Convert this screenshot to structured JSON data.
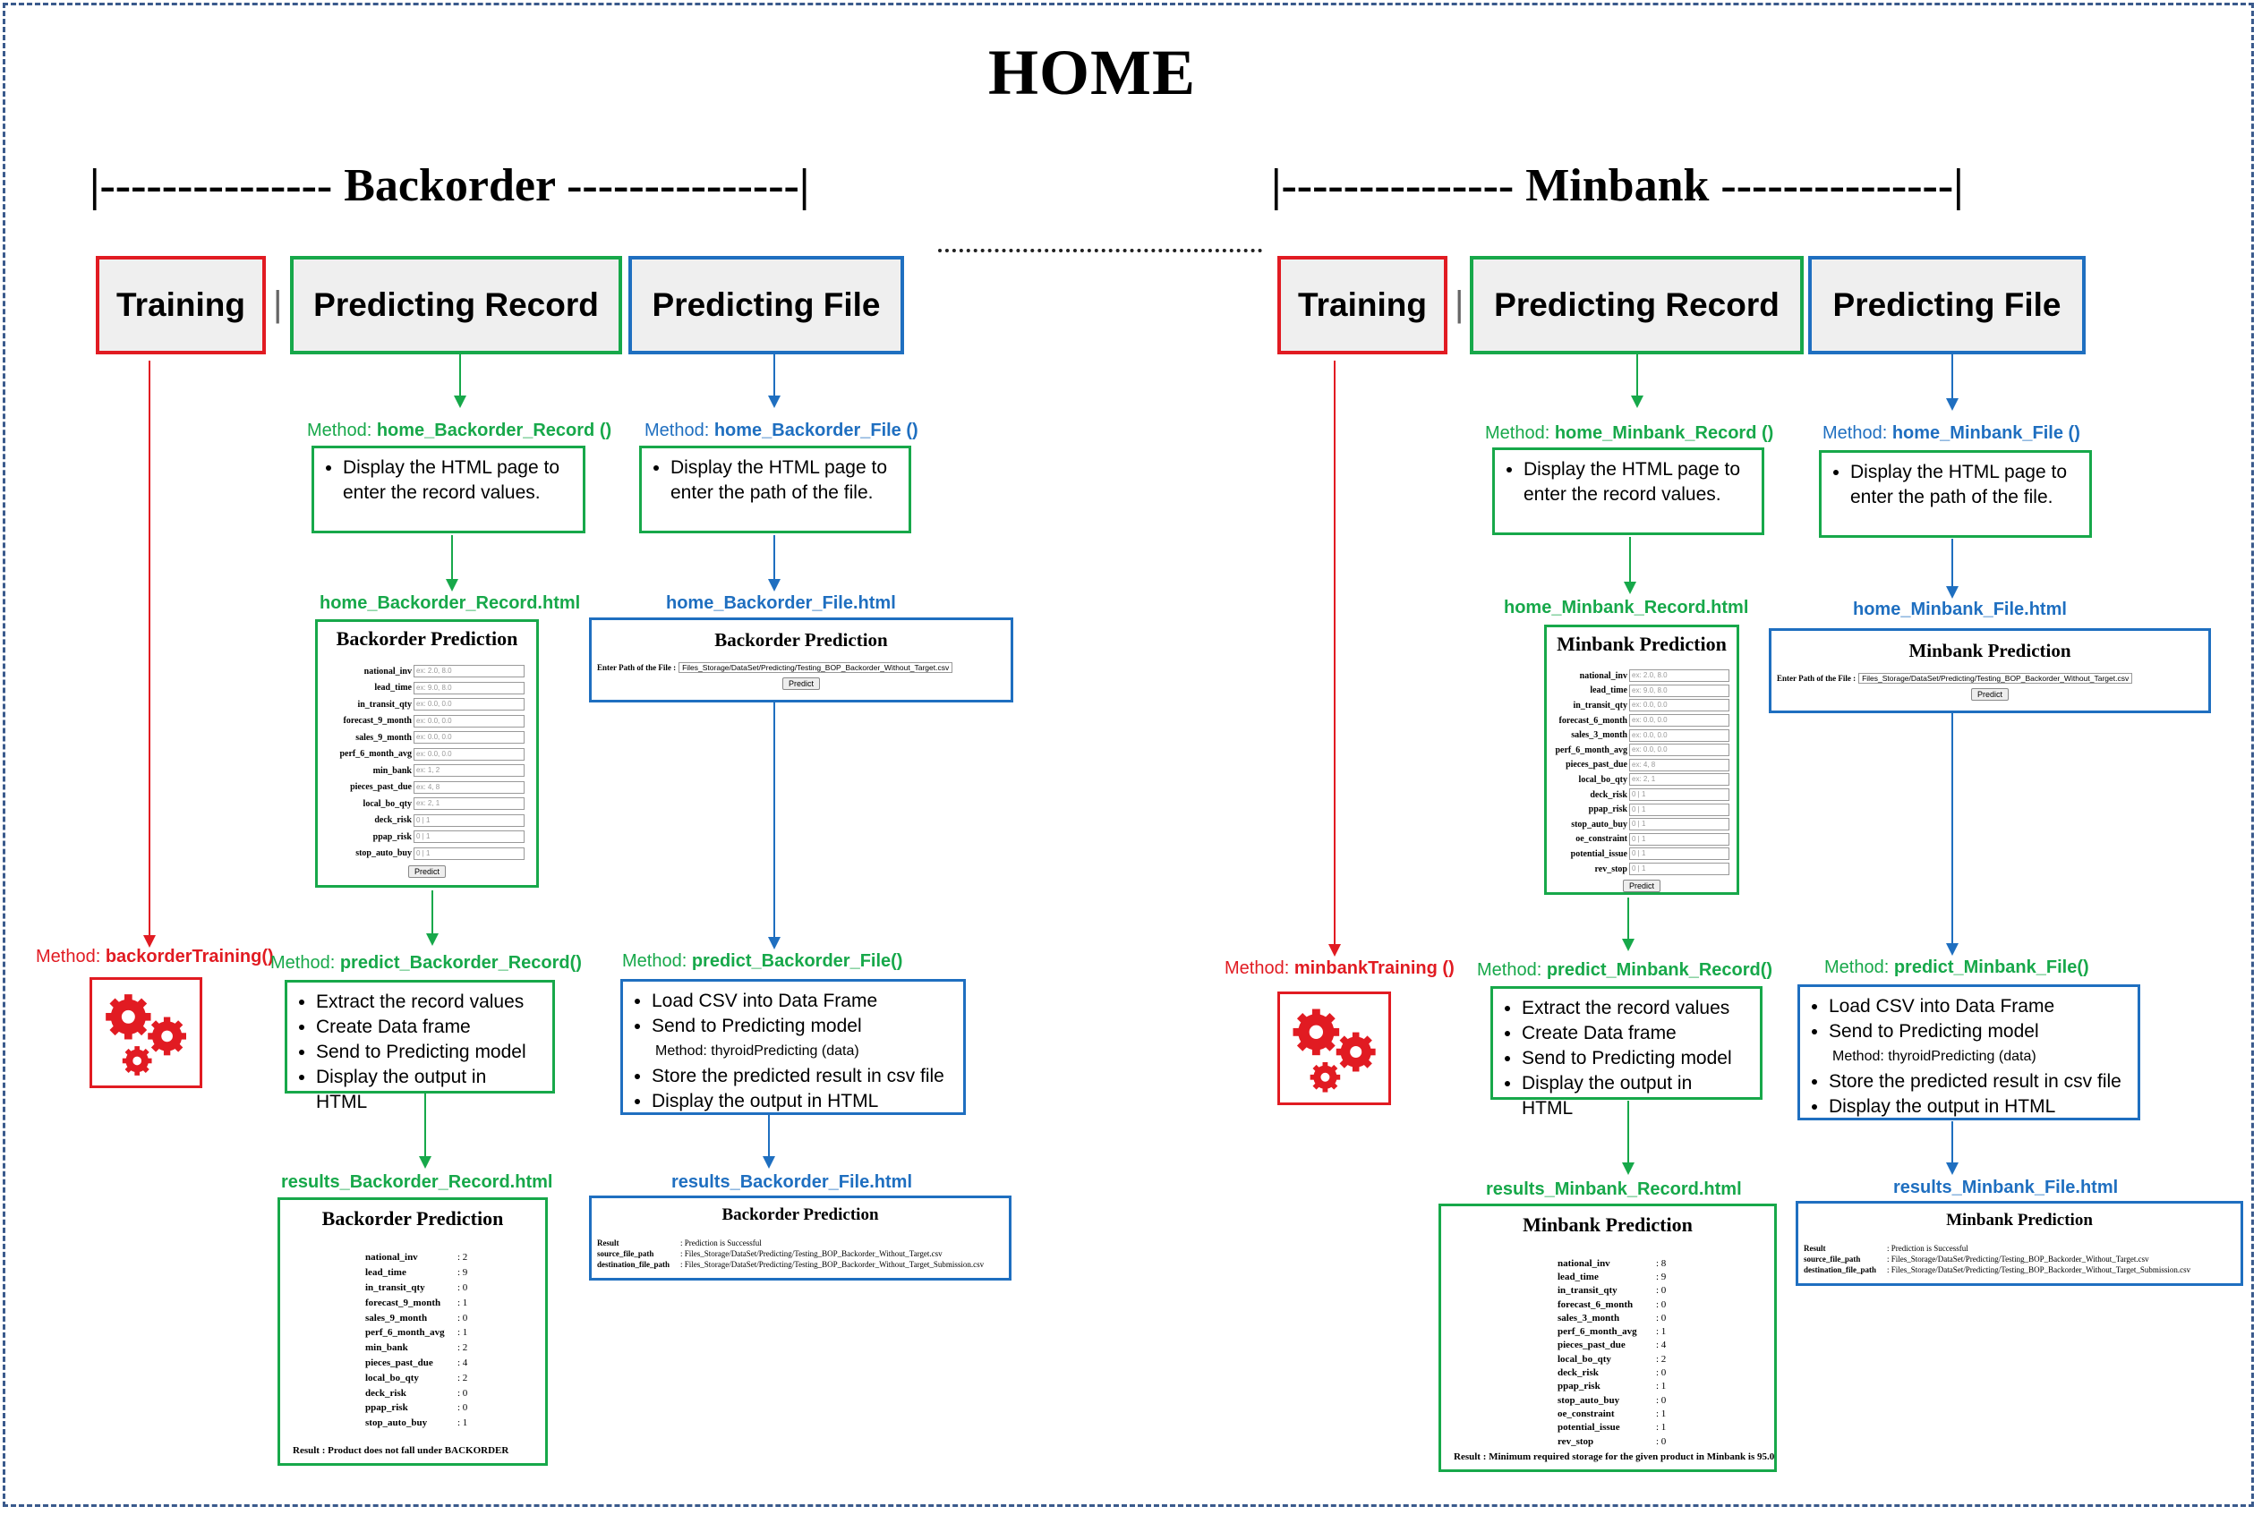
{
  "title": "HOME",
  "backorder": {
    "section_label": "|--------------- Backorder ---------------|",
    "nav": {
      "training": "Training",
      "sep": "|",
      "record": "Predicting Record",
      "file": "Predicting File"
    },
    "training_method_prefix": "Method: ",
    "training_method": "backorderTraining()",
    "record_method_prefix": "Method: ",
    "record_method": "home_Backorder_Record ()",
    "record_note": [
      "Display the HTML page to enter the record values."
    ],
    "record_html": "home_Backorder_Record.html",
    "record_page": {
      "title": "Backorder Prediction",
      "fields": [
        {
          "label": "national_inv",
          "placeholder": "ex: 2.0, 8.0"
        },
        {
          "label": "lead_time",
          "placeholder": "ex: 9.0, 8.0"
        },
        {
          "label": "in_transit_qty",
          "placeholder": "ex: 0.0, 0.0"
        },
        {
          "label": "forecast_9_month",
          "placeholder": "ex: 0.0, 0.0"
        },
        {
          "label": "sales_9_month",
          "placeholder": "ex: 0.0, 0.0"
        },
        {
          "label": "perf_6_month_avg",
          "placeholder": "ex: 0.0, 0.0"
        },
        {
          "label": "min_bank",
          "placeholder": "ex: 1, 2"
        },
        {
          "label": "pieces_past_due",
          "placeholder": "ex: 4, 8"
        },
        {
          "label": "local_bo_qty",
          "placeholder": "ex: 2, 1"
        },
        {
          "label": "deck_risk",
          "placeholder": "0 | 1"
        },
        {
          "label": "ppap_risk",
          "placeholder": "0 | 1"
        },
        {
          "label": "stop_auto_buy",
          "placeholder": "0 | 1"
        }
      ],
      "button": "Predict"
    },
    "predict_record_method_prefix": "Method: ",
    "predict_record_method": "predict_Backorder_Record()",
    "predict_record_note": [
      "Extract the record values",
      "Create Data frame",
      "Send to Predicting model",
      "Display the output in HTML"
    ],
    "results_record_html": "results_Backorder_Record.html",
    "results_record_page": {
      "title": "Backorder Prediction",
      "rows": [
        {
          "k": "national_inv",
          "v": ": 2"
        },
        {
          "k": "lead_time",
          "v": ": 9"
        },
        {
          "k": "in_transit_qty",
          "v": ": 0"
        },
        {
          "k": "forecast_9_month",
          "v": ": 1"
        },
        {
          "k": "sales_9_month",
          "v": ": 0"
        },
        {
          "k": "perf_6_month_avg",
          "v": ": 1"
        },
        {
          "k": "min_bank",
          "v": ": 2"
        },
        {
          "k": "pieces_past_due",
          "v": ": 4"
        },
        {
          "k": "local_bo_qty",
          "v": ": 2"
        },
        {
          "k": "deck_risk",
          "v": ": 0"
        },
        {
          "k": "ppap_risk",
          "v": ": 0"
        },
        {
          "k": "stop_auto_buy",
          "v": ": 1"
        }
      ],
      "result_label": "Result",
      "result_text": " : Product does not fall under BACKORDER"
    },
    "file_method_prefix": "Method: ",
    "file_method": "home_Backorder_File ()",
    "file_note": [
      "Display the HTML page to enter the path of the file."
    ],
    "file_html": "home_Backorder_File.html",
    "file_page": {
      "title": "Backorder Prediction",
      "label": "Enter Path of the File :",
      "value": "Files_Storage/DataSet/Predicting/Testing_BOP_Backorder_Without_Target.csv",
      "button": "Predict"
    },
    "predict_file_method_prefix": "Method: ",
    "predict_file_method": "predict_Backorder_File()",
    "predict_file_note": [
      "Load CSV into Data Frame",
      "Send to Predicting model",
      "Method: thyroidPredicting (data)",
      "Store the predicted result in csv file",
      "Display the output in HTML"
    ],
    "results_file_html": "results_Backorder_File.html",
    "results_file_page": {
      "title": "Backorder Prediction",
      "rows": [
        {
          "k": "Result",
          "v": ": Prediction is Successful"
        },
        {
          "k": "source_file_path",
          "v": ": Files_Storage/DataSet/Predicting/Testing_BOP_Backorder_Without_Target.csv"
        },
        {
          "k": "destination_file_path",
          "v": ": Files_Storage/DataSet/Predicting/Testing_BOP_Backorder_Without_Target_Submission.csv"
        }
      ]
    }
  },
  "minbank": {
    "section_label": "|--------------- Minbank ---------------|",
    "nav": {
      "training": "Training",
      "sep": "|",
      "record": "Predicting Record",
      "file": "Predicting File"
    },
    "training_method_prefix": "Method: ",
    "training_method": "minbankTraining ()",
    "record_method_prefix": "Method: ",
    "record_method": "home_Minbank_Record ()",
    "record_note": [
      "Display the HTML page to enter the record values."
    ],
    "record_html": "home_Minbank_Record.html",
    "record_page": {
      "title": "Minbank Prediction",
      "fields": [
        {
          "label": "national_inv",
          "placeholder": "ex: 2.0, 8.0"
        },
        {
          "label": "lead_time",
          "placeholder": "ex: 9.0, 8.0"
        },
        {
          "label": "in_transit_qty",
          "placeholder": "ex: 0.0, 0.0"
        },
        {
          "label": "forecast_6_month",
          "placeholder": "ex: 0.0, 0.0"
        },
        {
          "label": "sales_3_month",
          "placeholder": "ex: 0.0, 0.0"
        },
        {
          "label": "perf_6_month_avg",
          "placeholder": "ex: 0.0, 0.0"
        },
        {
          "label": "pieces_past_due",
          "placeholder": "ex: 4, 8"
        },
        {
          "label": "local_bo_qty",
          "placeholder": "ex: 2, 1"
        },
        {
          "label": "deck_risk",
          "placeholder": "0 | 1"
        },
        {
          "label": "ppap_risk",
          "placeholder": "0 | 1"
        },
        {
          "label": "stop_auto_buy",
          "placeholder": "0 | 1"
        },
        {
          "label": "oe_constraint",
          "placeholder": "0 | 1"
        },
        {
          "label": "potential_issue",
          "placeholder": "0 | 1"
        },
        {
          "label": "rev_stop",
          "placeholder": "0 | 1"
        }
      ],
      "button": "Predict"
    },
    "predict_record_method_prefix": "Method: ",
    "predict_record_method": "predict_Minbank_Record()",
    "predict_record_note": [
      "Extract the record values",
      "Create Data frame",
      "Send to Predicting model",
      "Display the output in HTML"
    ],
    "results_record_html": "results_Minbank_Record.html",
    "results_record_page": {
      "title": "Minbank Prediction",
      "rows": [
        {
          "k": "national_inv",
          "v": ": 8"
        },
        {
          "k": "lead_time",
          "v": ": 9"
        },
        {
          "k": "in_transit_qty",
          "v": ": 0"
        },
        {
          "k": "forecast_6_month",
          "v": ": 0"
        },
        {
          "k": "sales_3_month",
          "v": ": 0"
        },
        {
          "k": "perf_6_month_avg",
          "v": ": 1"
        },
        {
          "k": "pieces_past_due",
          "v": ": 4"
        },
        {
          "k": "local_bo_qty",
          "v": ": 2"
        },
        {
          "k": "deck_risk",
          "v": ": 0"
        },
        {
          "k": "ppap_risk",
          "v": ": 1"
        },
        {
          "k": "stop_auto_buy",
          "v": ": 0"
        },
        {
          "k": "oe_constraint",
          "v": ": 1"
        },
        {
          "k": "potential_issue",
          "v": ": 1"
        },
        {
          "k": "rev_stop",
          "v": ": 0"
        }
      ],
      "result_label": "Result",
      "result_text": " : Minimum required storage for the given product in Minbank is 95.0"
    },
    "file_method_prefix": "Method: ",
    "file_method": "home_Minbank_File ()",
    "file_note": [
      "Display the HTML page to enter the path of the file."
    ],
    "file_html": "home_Minbank_File.html",
    "file_page": {
      "title": "Minbank Prediction",
      "label": "Enter Path of the File :",
      "value": "Files_Storage/DataSet/Predicting/Testing_BOP_Backorder_Without_Target.csv",
      "button": "Predict"
    },
    "predict_file_method_prefix": "Method: ",
    "predict_file_method": "predict_Minbank_File()",
    "predict_file_note": [
      "Load CSV into Data Frame",
      "Send to Predicting model",
      "Method: thyroidPredicting (data)",
      "Store the predicted result in csv file",
      "Display the output in HTML"
    ],
    "results_file_html": "results_Minbank_File.html",
    "results_file_page": {
      "title": "Minbank Prediction",
      "rows": [
        {
          "k": "Result",
          "v": ": Prediction is Successful"
        },
        {
          "k": "source_file_path",
          "v": ": Files_Storage/DataSet/Predicting/Testing_BOP_Backorder_Without_Target.csv"
        },
        {
          "k": "destination_file_path",
          "v": ": Files_Storage/DataSet/Predicting/Testing_BOP_Backorder_Without_Target_Submission.csv"
        }
      ]
    }
  },
  "colors": {
    "red": "#e11b22",
    "green": "#17a84a",
    "blue": "#1f6fc0",
    "frame": "#3a5a8c"
  }
}
